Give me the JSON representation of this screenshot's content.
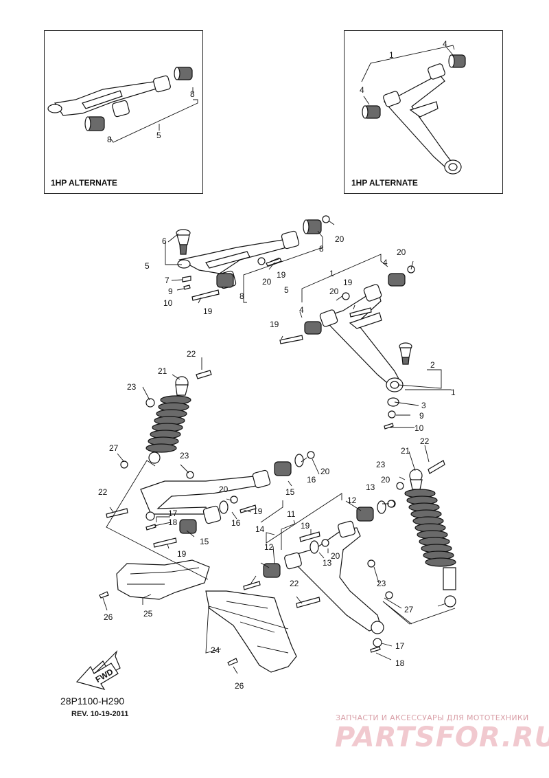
{
  "inset_left": {
    "label": "1HP ALTERNATE",
    "callouts": [
      "8",
      "8",
      "5"
    ]
  },
  "inset_right": {
    "label": "1HP ALTERNATE",
    "callouts": [
      "1",
      "4",
      "4"
    ]
  },
  "callouts": [
    "6",
    "5",
    "7",
    "9",
    "10",
    "19",
    "8",
    "8",
    "20",
    "20",
    "19",
    "5",
    "1",
    "4",
    "20",
    "19",
    "4",
    "19",
    "20",
    "2",
    "3",
    "1",
    "9",
    "10",
    "22",
    "21",
    "23",
    "27",
    "23",
    "22",
    "17",
    "18",
    "19",
    "25",
    "26",
    "16",
    "20",
    "20",
    "15",
    "16",
    "19",
    "14",
    "15",
    "12",
    "13",
    "11",
    "19",
    "20",
    "12",
    "13",
    "23",
    "22",
    "27",
    "24",
    "26",
    "21",
    "22",
    "23",
    "20",
    "17",
    "18"
  ],
  "fwd_label": "FWD",
  "diagram_code": "28P1100-H290",
  "revision": "REV.  10-19-2011",
  "watermark_tagline": "ЗАПЧАСТИ И АКСЕССУАРЫ ДЛЯ МОТОТЕХНИКИ",
  "watermark_logo": "PARTSFOR.RU"
}
